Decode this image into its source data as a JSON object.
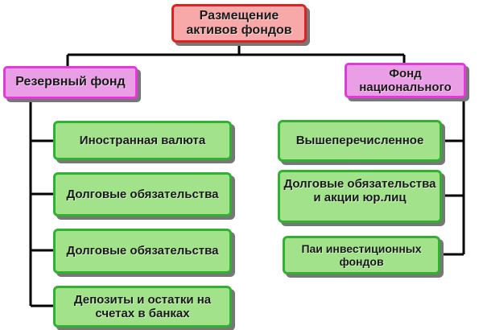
{
  "diagram": {
    "root": {
      "label": "Размещение активов фондов"
    },
    "left_branch": {
      "label": "Резервный фонд",
      "children": [
        {
          "label": "Иностранная валюта"
        },
        {
          "label": "Долговые обязательства"
        },
        {
          "label": "Долговые обязательства"
        },
        {
          "label": "Депозиты и остатки на счетах в банках"
        }
      ]
    },
    "right_branch": {
      "label": "Фонд национального",
      "children": [
        {
          "label": "Вышеперечисленное"
        },
        {
          "label": "Долговые обязательства и акции юр.лиц"
        },
        {
          "label": "Паи инвестиционных фондов"
        }
      ]
    }
  },
  "colors": {
    "root_fill": "#f7a8a8",
    "root_border": "#e32020",
    "fund_fill": "#ea9ee6",
    "fund_border": "#e23ad8",
    "leaf_fill": "#a2e28a",
    "leaf_border": "#2fb22f",
    "connector": "#000000"
  }
}
